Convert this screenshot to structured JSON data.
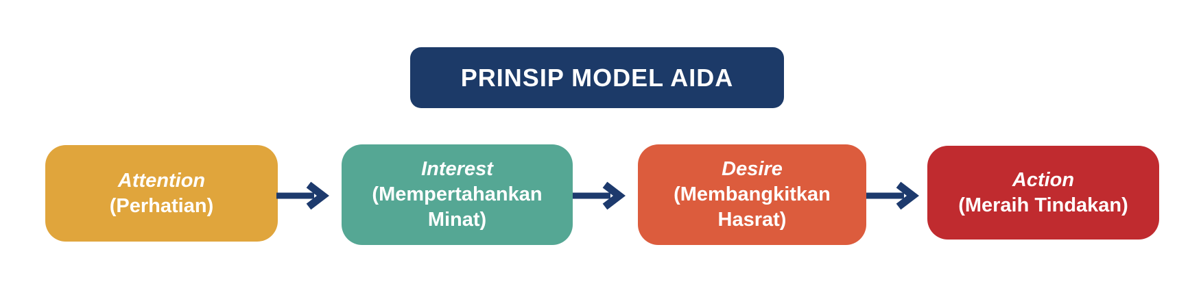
{
  "title": {
    "label": "PRINSIP MODEL AIDA"
  },
  "colors": {
    "background": "#ffffff",
    "title_bg": "#1c3a68",
    "arrow": "#1d3a6d",
    "box_text": "#ffffff"
  },
  "steps": [
    {
      "name": "Attention",
      "translation": "(Perhatian)",
      "color": "#e0a53c"
    },
    {
      "name": "Interest",
      "translation": "(Mempertahankan Minat)",
      "color": "#55a794"
    },
    {
      "name": "Desire",
      "translation": "(Membangkitkan Hasrat)",
      "color": "#dc5c3d"
    },
    {
      "name": "Action",
      "translation": "(Meraih Tindakan)",
      "color": "#c02b2f"
    }
  ]
}
